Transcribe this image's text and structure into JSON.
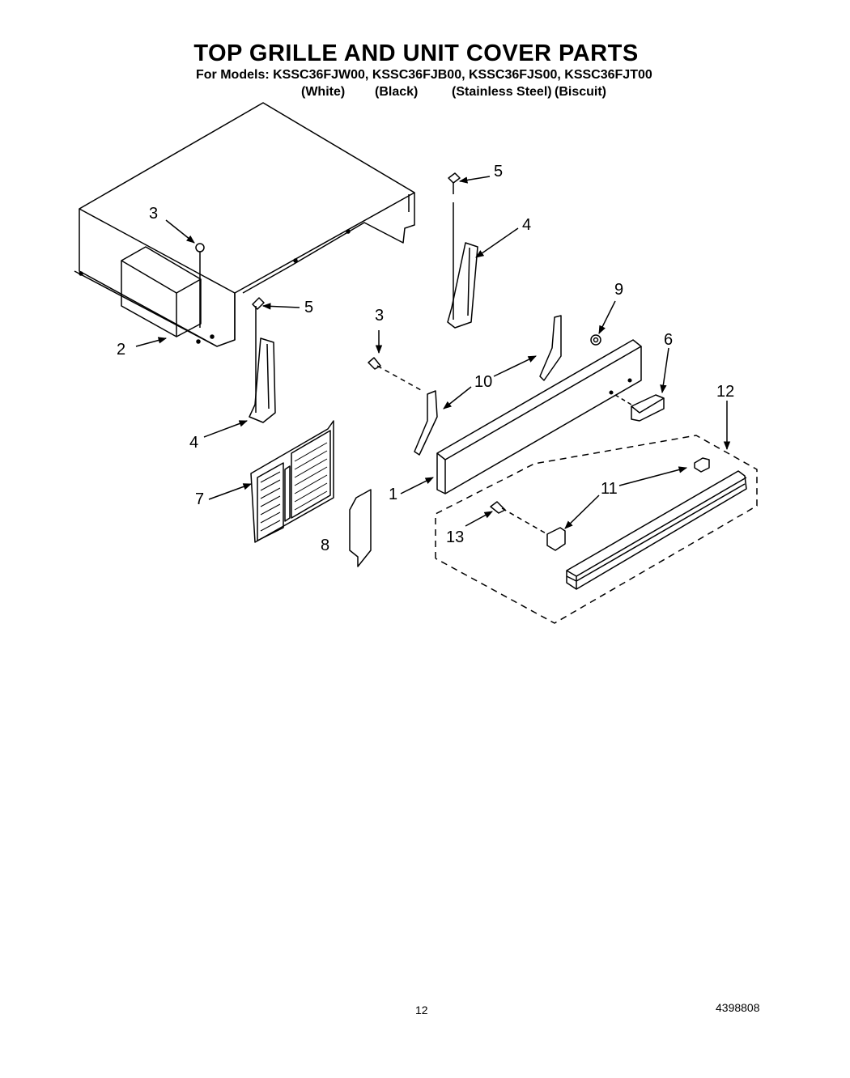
{
  "title": "TOP GRILLE AND UNIT COVER PARTS",
  "models_line": "For Models: KSSC36FJW00, KSSC36FJB00, KSSC36FJS00, KSSC36FJT00",
  "variants": [
    "(White)",
    "(Black)",
    "(Stainless Steel)",
    "(Biscuit)"
  ],
  "callouts": {
    "c1": "1",
    "c2": "2",
    "c3a": "3",
    "c3b": "3",
    "c4a": "4",
    "c4b": "4",
    "c5a": "5",
    "c5b": "5",
    "c6": "6",
    "c7": "7",
    "c8": "8",
    "c9": "9",
    "c10": "10",
    "c11": "11",
    "c12": "12",
    "c13": "13"
  },
  "page_number": "12",
  "doc_number": "4398808"
}
